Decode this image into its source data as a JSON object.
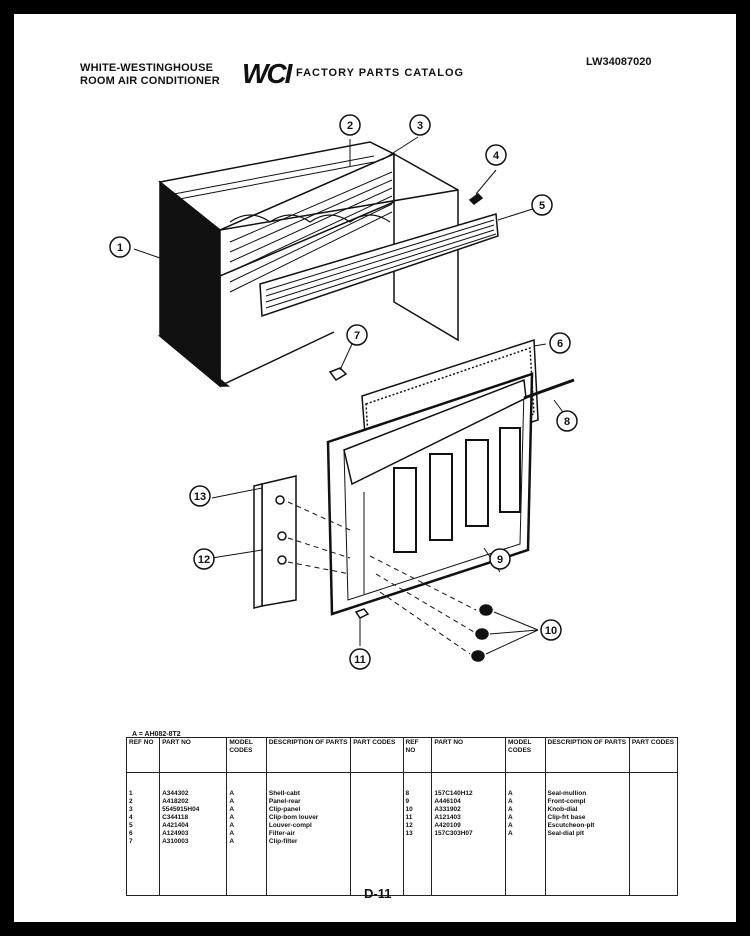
{
  "header": {
    "brand_line1": "WHITE-WESTINGHOUSE",
    "brand_line2": "ROOM AIR CONDITIONER",
    "logo": "WCI",
    "title": "FACTORY PARTS CATALOG",
    "catalog_number": "LW34087020"
  },
  "callouts": [
    "1",
    "2",
    "3",
    "4",
    "5",
    "6",
    "7",
    "8",
    "9",
    "10",
    "11",
    "12",
    "13"
  ],
  "model_key": "A = AH082-8T2",
  "table": {
    "headers": [
      "REF NO",
      "PART NO",
      "MODEL CODES",
      "DESCRIPTION OF PARTS",
      "PART CODES"
    ],
    "left": {
      "ref": [
        "1",
        "2",
        "3",
        "4",
        "5",
        "6",
        "7"
      ],
      "part": [
        "A344302",
        "A418202",
        "5545915H04",
        "C344118",
        "A421404",
        "A124903",
        "A310003"
      ],
      "model": [
        "A",
        "A",
        "A",
        "A",
        "A",
        "A",
        "A"
      ],
      "desc": [
        "Shell-cabt",
        "Panel-rear",
        "Clip-panel",
        "Clip-bom louver",
        "Louver-compl",
        "Filter-air",
        "Clip-filter"
      ]
    },
    "right": {
      "ref": [
        "8",
        "9",
        "10",
        "11",
        "12",
        "13"
      ],
      "part": [
        "157C140H12",
        "A446104",
        "A331902",
        "A121403",
        "A420109",
        "157C303H07"
      ],
      "model": [
        "A",
        "A",
        "A",
        "A",
        "A",
        "A"
      ],
      "desc": [
        "Seal-mullion",
        "Front-compl",
        "Knob-dial",
        "Clip-frt base",
        "Escutcheon-plt",
        "Seal-dial plt"
      ]
    }
  },
  "page_number": "D-11"
}
